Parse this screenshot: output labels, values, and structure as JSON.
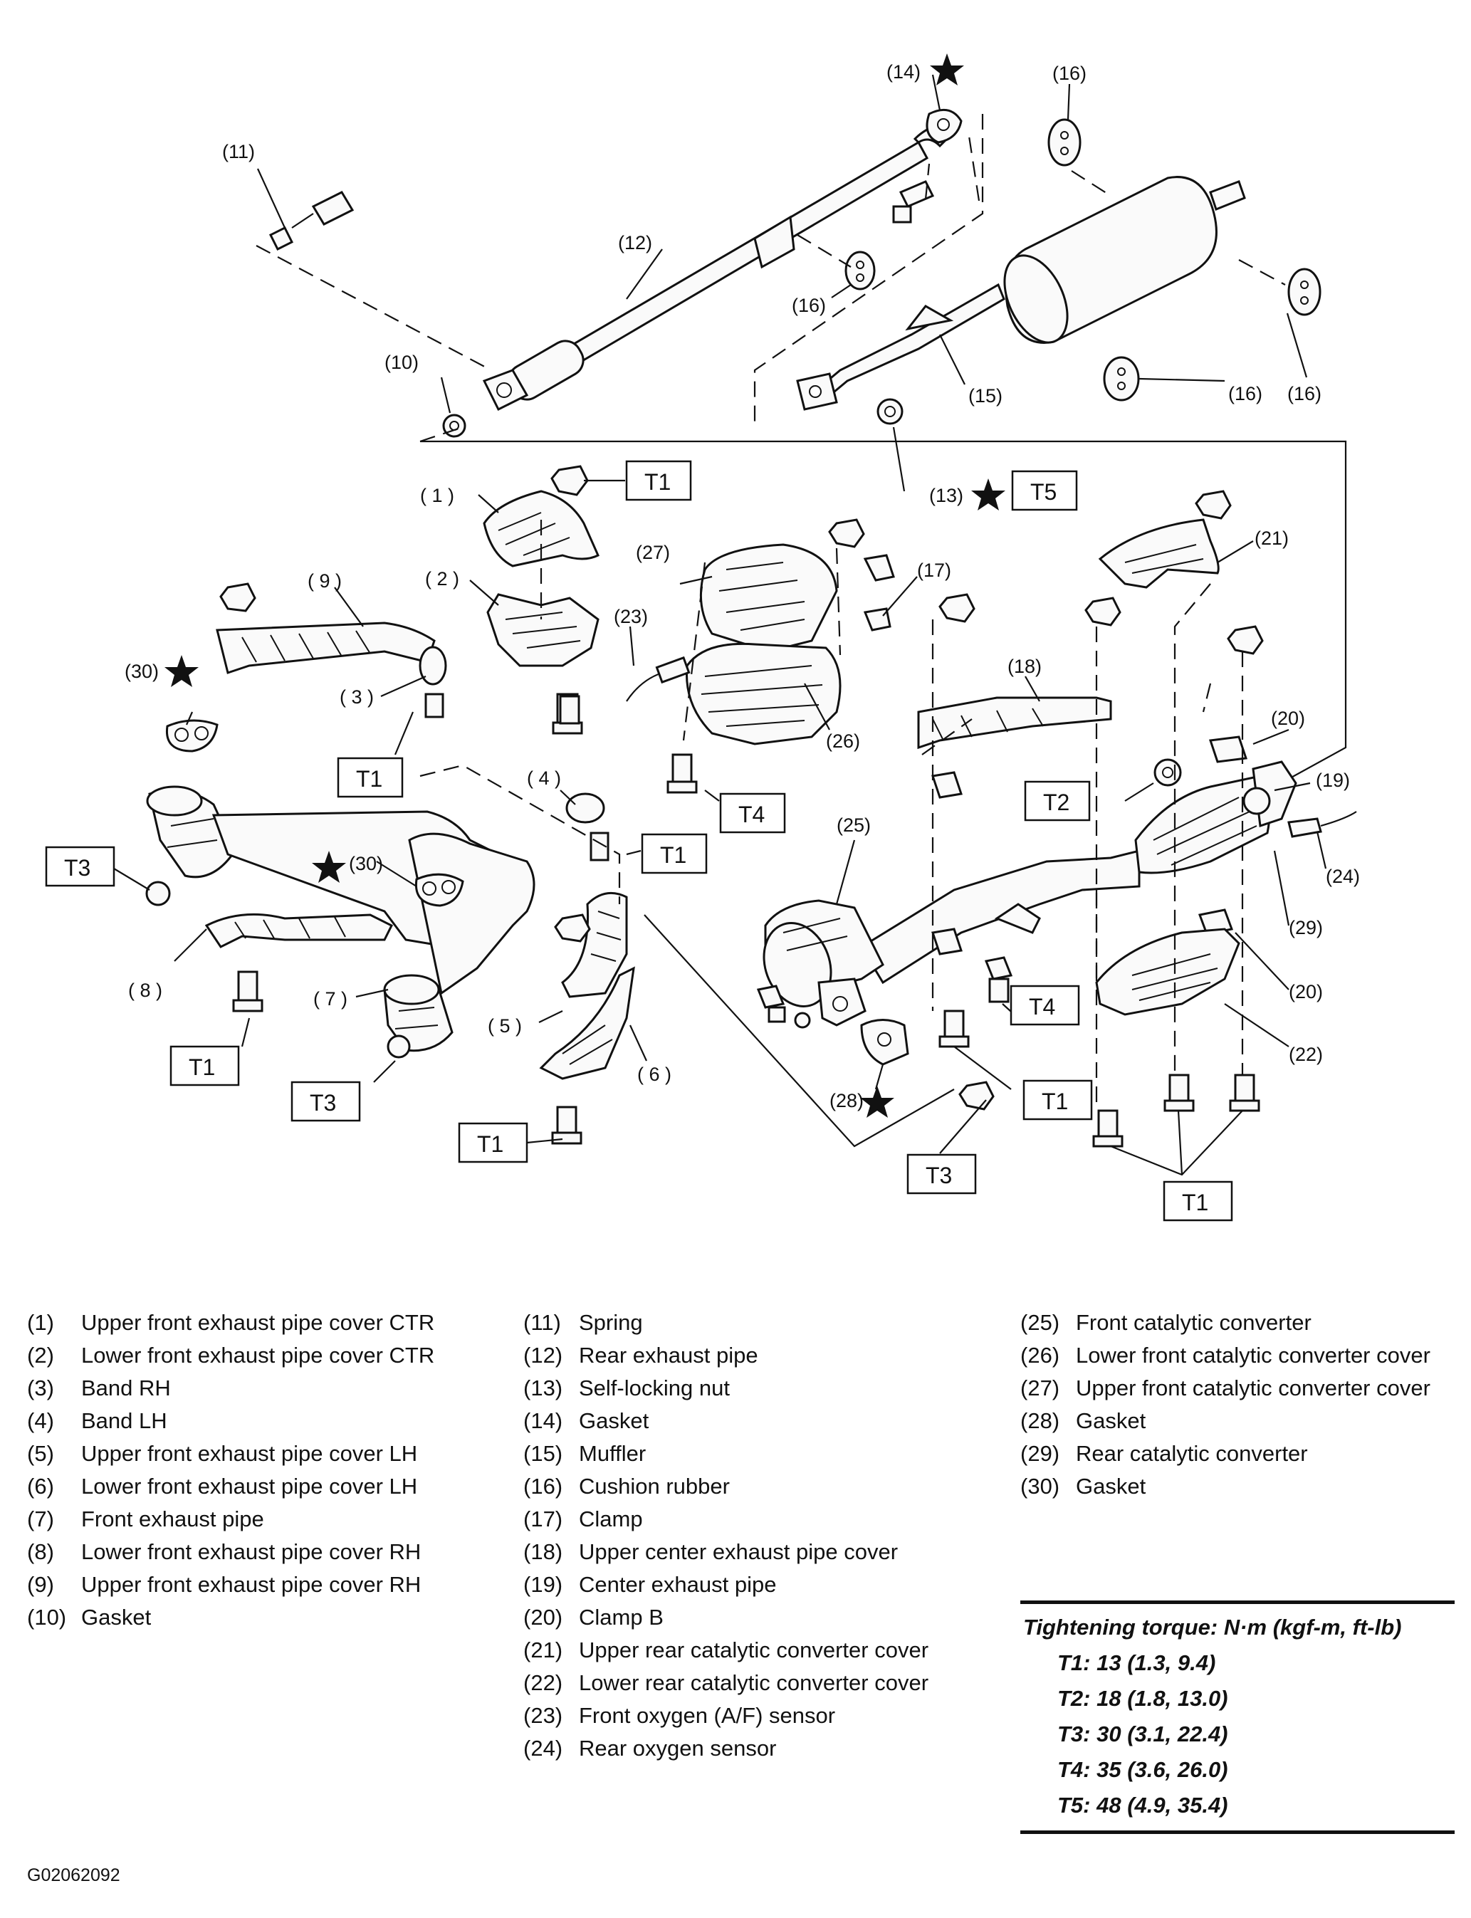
{
  "callouts": [
    {
      "id": "c11",
      "text": "(11)"
    },
    {
      "id": "c12",
      "text": "(12)"
    },
    {
      "id": "c10",
      "text": "(10)"
    },
    {
      "id": "c14",
      "text": "(14)"
    },
    {
      "id": "c16a",
      "text": "(16)"
    },
    {
      "id": "c16b",
      "text": "(16)"
    },
    {
      "id": "c16c",
      "text": "(16)"
    },
    {
      "id": "c16d",
      "text": "(16)"
    },
    {
      "id": "c15",
      "text": "(15)"
    },
    {
      "id": "c13",
      "text": "(13)"
    },
    {
      "id": "c1",
      "text": "( 1 )"
    },
    {
      "id": "c2",
      "text": "( 2 )"
    },
    {
      "id": "c9",
      "text": "( 9 )"
    },
    {
      "id": "c3",
      "text": "( 3 )"
    },
    {
      "id": "c30a",
      "text": "(30)"
    },
    {
      "id": "c30b",
      "text": "(30)"
    },
    {
      "id": "c27",
      "text": "(27)"
    },
    {
      "id": "c23",
      "text": "(23)"
    },
    {
      "id": "c17",
      "text": "(17)"
    },
    {
      "id": "c26",
      "text": "(26)"
    },
    {
      "id": "c4",
      "text": "( 4 )"
    },
    {
      "id": "c21",
      "text": "(21)"
    },
    {
      "id": "c18",
      "text": "(18)"
    },
    {
      "id": "c20a",
      "text": "(20)"
    },
    {
      "id": "c19",
      "text": "(19)"
    },
    {
      "id": "c24",
      "text": "(24)"
    },
    {
      "id": "c25",
      "text": "(25)"
    },
    {
      "id": "c29",
      "text": "(29)"
    },
    {
      "id": "c20b",
      "text": "(20)"
    },
    {
      "id": "c22",
      "text": "(22)"
    },
    {
      "id": "c8",
      "text": "( 8 )"
    },
    {
      "id": "c7",
      "text": "( 7 )"
    },
    {
      "id": "c5",
      "text": "( 5 )"
    },
    {
      "id": "c6",
      "text": "( 6 )"
    },
    {
      "id": "c28",
      "text": "(28)"
    }
  ],
  "torque_boxes": [
    {
      "id": "b1",
      "text": "T1"
    },
    {
      "id": "b2",
      "text": "T5"
    },
    {
      "id": "b3",
      "text": "T1"
    },
    {
      "id": "b4",
      "text": "T4"
    },
    {
      "id": "b5",
      "text": "T1"
    },
    {
      "id": "b6",
      "text": "T2"
    },
    {
      "id": "b7",
      "text": "T3"
    },
    {
      "id": "b8",
      "text": "T1"
    },
    {
      "id": "b9",
      "text": "T3"
    },
    {
      "id": "b10",
      "text": "T1"
    },
    {
      "id": "b11",
      "text": "T4"
    },
    {
      "id": "b12",
      "text": "T1"
    },
    {
      "id": "b13",
      "text": "T3"
    },
    {
      "id": "b14",
      "text": "T1"
    }
  ],
  "legend": {
    "col1": [
      {
        "num": "(1)",
        "name": "Upper front exhaust pipe cover CTR"
      },
      {
        "num": "(2)",
        "name": "Lower front exhaust pipe cover CTR"
      },
      {
        "num": "(3)",
        "name": "Band RH"
      },
      {
        "num": "(4)",
        "name": "Band LH"
      },
      {
        "num": "(5)",
        "name": "Upper front exhaust pipe cover LH"
      },
      {
        "num": "(6)",
        "name": "Lower front exhaust pipe cover LH"
      },
      {
        "num": "(7)",
        "name": "Front exhaust pipe"
      },
      {
        "num": "(8)",
        "name": "Lower front exhaust pipe cover RH"
      },
      {
        "num": "(9)",
        "name": "Upper front exhaust pipe cover RH"
      },
      {
        "num": "(10)",
        "name": "Gasket"
      }
    ],
    "col2": [
      {
        "num": "(11)",
        "name": "Spring"
      },
      {
        "num": "(12)",
        "name": "Rear exhaust pipe"
      },
      {
        "num": "(13)",
        "name": "Self-locking nut"
      },
      {
        "num": "(14)",
        "name": "Gasket"
      },
      {
        "num": "(15)",
        "name": "Muffler"
      },
      {
        "num": "(16)",
        "name": "Cushion rubber"
      },
      {
        "num": "(17)",
        "name": "Clamp"
      },
      {
        "num": "(18)",
        "name": "Upper center exhaust pipe cover"
      },
      {
        "num": "(19)",
        "name": "Center exhaust pipe"
      },
      {
        "num": "(20)",
        "name": "Clamp B"
      },
      {
        "num": "(21)",
        "name": "Upper rear catalytic converter cover"
      },
      {
        "num": "(22)",
        "name": "Lower rear catalytic converter cover"
      },
      {
        "num": "(23)",
        "name": "Front oxygen (A/F) sensor"
      },
      {
        "num": "(24)",
        "name": "Rear oxygen sensor"
      }
    ],
    "col3": [
      {
        "num": "(25)",
        "name": "Front catalytic converter"
      },
      {
        "num": "(26)",
        "name": "Lower front catalytic converter cover"
      },
      {
        "num": "(27)",
        "name": "Upper front catalytic converter cover"
      },
      {
        "num": "(28)",
        "name": "Gasket"
      },
      {
        "num": "(29)",
        "name": "Rear catalytic converter"
      },
      {
        "num": "(30)",
        "name": "Gasket"
      }
    ]
  },
  "torque_spec": {
    "title": "Tightening torque: N·m (kgf-m, ft-lb)",
    "lines": [
      "T1: 13 (1.3, 9.4)",
      "T2: 18 (1.8, 13.0)",
      "T3: 30 (3.1, 22.4)",
      "T4: 35 (3.6, 26.0)",
      "T5: 48 (4.9, 35.4)"
    ]
  },
  "figure_code": "G02062092"
}
